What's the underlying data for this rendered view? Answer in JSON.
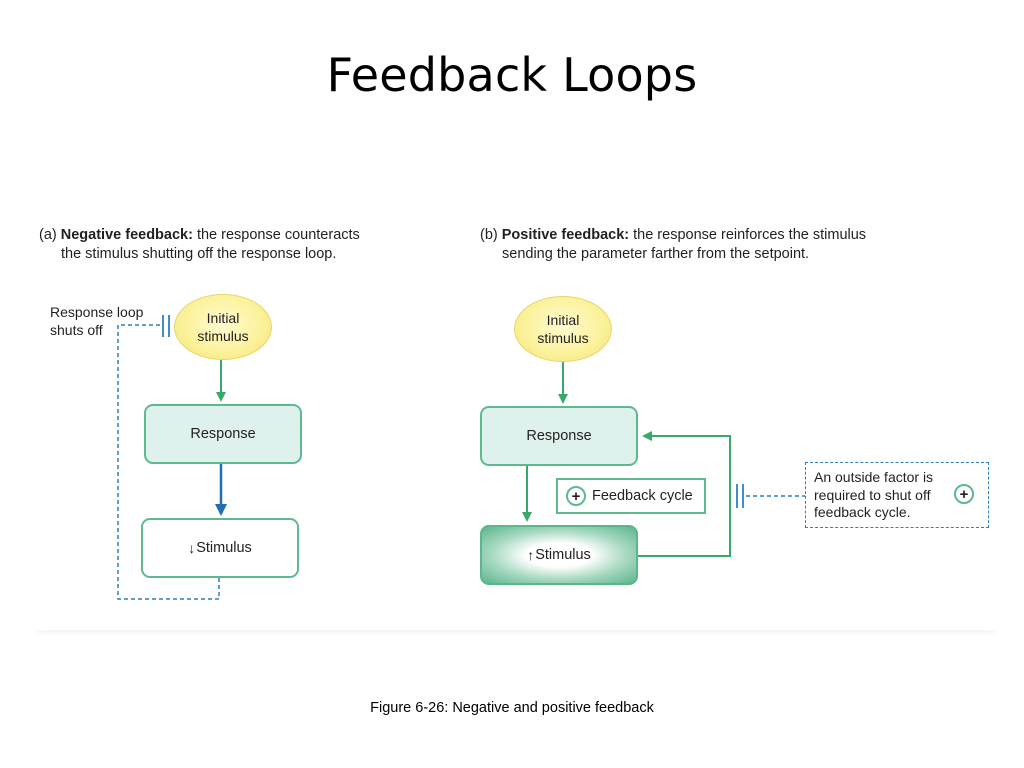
{
  "title": "Feedback Loops",
  "caption": "Figure 6-26: Negative and positive feedback",
  "panel_a": {
    "heading_prefix": "(a)",
    "heading_bold": "Negative feedback:",
    "heading_rest": "the response counteracts",
    "heading_line2": "the stimulus shutting off the response loop.",
    "loop_label_line1": "Response loop",
    "loop_label_line2": "shuts off",
    "initial_line1": "Initial",
    "initial_line2": "stimulus",
    "response_label": "Response",
    "stimulus_arrow": "down-arrow",
    "stimulus_label": "Stimulus"
  },
  "panel_b": {
    "heading_prefix": "(b)",
    "heading_bold": "Positive feedback:",
    "heading_rest": "the response reinforces the stimulus",
    "heading_line2": "sending the parameter farther from the setpoint.",
    "initial_line1": "Initial",
    "initial_line2": "stimulus",
    "response_label": "Response",
    "stimulus_arrow": "up-arrow",
    "stimulus_label": "Stimulus",
    "feedback_cycle_label": "Feedback cycle",
    "outside_line1": "An outside factor is",
    "outside_line2": "required to shut off",
    "outside_line3": "feedback cycle."
  },
  "colors": {
    "green_arrow": "#3aa86a",
    "blue_arrow": "#1f6fb2",
    "dashed_blue": "#2d7fc1",
    "box_border": "#5fb98e",
    "response_fill": "#dff1ec",
    "ellipse_fill": "#fbf199"
  }
}
